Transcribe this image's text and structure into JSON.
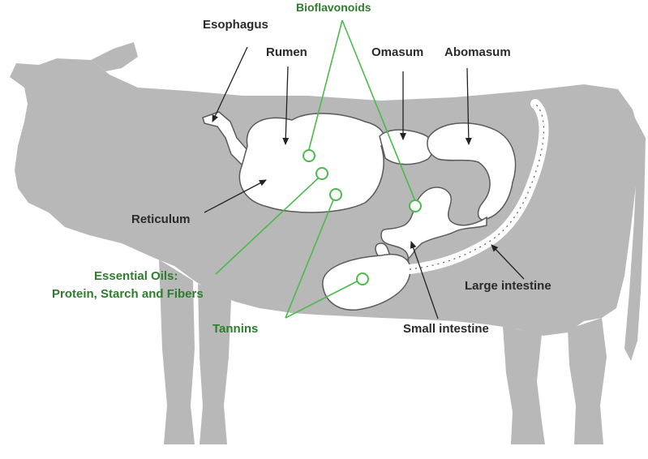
{
  "colors": {
    "cow_body": "#b8b8b8",
    "organ_fill": "#ffffff",
    "organ_stroke": "#5a5a5a",
    "arrow": "#222222",
    "compound_line": "#4cba4c",
    "compound_text": "#2e7d2e",
    "organ_text": "#2a2a2a"
  },
  "organs": {
    "esophagus": "Esophagus",
    "rumen": "Rumen",
    "omasum": "Omasum",
    "abomasum": "Abomasum",
    "reticulum": "Reticulum",
    "large_intestine": "Large intestine",
    "small_intestine": "Small intestine"
  },
  "compounds": {
    "bioflavonoids": "Bioflavonoids",
    "essential_oils_line1": "Essential Oils:",
    "essential_oils_line2": "Protein, Starch and Fibers",
    "tannins": "Tannins"
  }
}
